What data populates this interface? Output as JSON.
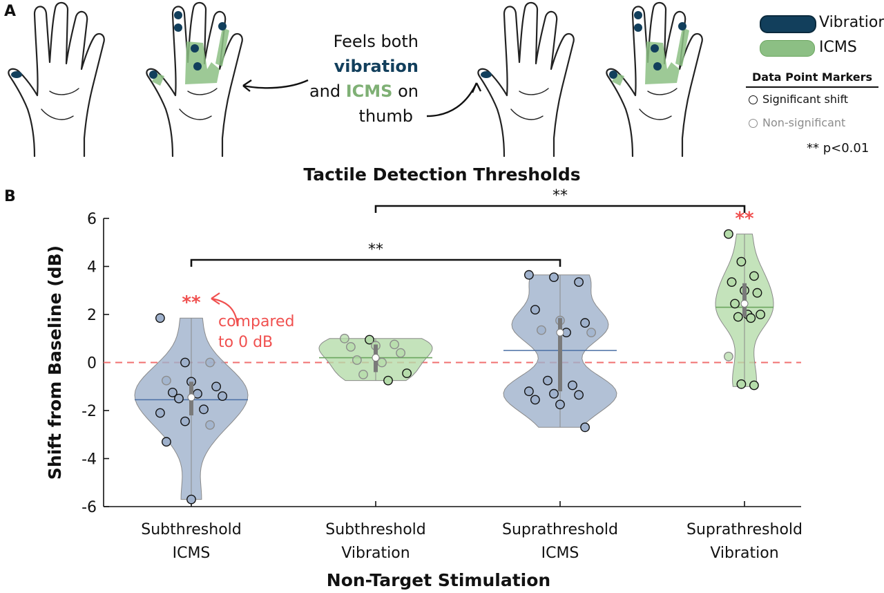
{
  "panel_a": {
    "label": "A",
    "annotation": {
      "line1": "Feels both",
      "vibration_word": "vibration",
      "line2_and": "and",
      "icms_word": "ICMS",
      "line2_on": "on",
      "line3": "thumb"
    },
    "legend": {
      "items": [
        {
          "label": "Vibration",
          "color": "#123f5c"
        },
        {
          "label": "ICMS",
          "color": "#8cbf84"
        }
      ],
      "markers_title": "Data Point Markers",
      "markers": [
        {
          "label": "Significant shift",
          "color": "#111111"
        },
        {
          "label": "Non-significant",
          "color": "#8c8c8c"
        }
      ],
      "sig_note": "** p<0.01"
    }
  },
  "panel_b": {
    "label": "B",
    "annotation": {
      "stars": "**",
      "line1": "compared",
      "line2": "to 0 dB"
    },
    "brackets": [
      {
        "from": 0,
        "to": 2,
        "label": "**"
      },
      {
        "from": 1,
        "to": 3,
        "label": "**"
      }
    ]
  },
  "colors": {
    "icms_fill": "#9fb1cc",
    "icms_line": "#4a6fa5",
    "vib_fill": "#b5dcaa",
    "vib_line": "#6aa55e",
    "sig_red": "#f0504f",
    "zero_line": "#f07070"
  },
  "chart_data": {
    "type": "violin",
    "title": "Tactile Detection Thresholds",
    "xlabel": "Non-Target Stimulation",
    "ylabel": "Shift from Baseline (dB)",
    "ylim": [
      -6,
      6
    ],
    "yticks": [
      -6,
      -4,
      -2,
      0,
      2,
      4,
      6
    ],
    "reference_line": 0,
    "categories": [
      {
        "line1": "Subthreshold",
        "line2": "ICMS"
      },
      {
        "line1": "Subthreshold",
        "line2": "Vibration"
      },
      {
        "line1": "Suprathreshold",
        "line2": "ICMS"
      },
      {
        "line1": "Suprathreshold",
        "line2": "Vibration"
      }
    ],
    "series": [
      {
        "type": "ICMS",
        "significant_vs_zero": "**",
        "mean": -1.55,
        "median": -1.45,
        "q1": -2.2,
        "q3": -0.8,
        "min": -5.7,
        "max": 1.85,
        "points": [
          {
            "y": 1.85,
            "sig": true
          },
          {
            "y": 0.0,
            "sig": true
          },
          {
            "y": 0.0,
            "sig": false
          },
          {
            "y": -0.75,
            "sig": false
          },
          {
            "y": -0.8,
            "sig": true
          },
          {
            "y": -1.0,
            "sig": true
          },
          {
            "y": -1.25,
            "sig": true
          },
          {
            "y": -1.3,
            "sig": true
          },
          {
            "y": -1.4,
            "sig": true
          },
          {
            "y": -1.5,
            "sig": true
          },
          {
            "y": -1.95,
            "sig": true
          },
          {
            "y": -2.1,
            "sig": true
          },
          {
            "y": -2.45,
            "sig": true
          },
          {
            "y": -2.6,
            "sig": false
          },
          {
            "y": -3.3,
            "sig": true
          },
          {
            "y": -5.7,
            "sig": true
          }
        ]
      },
      {
        "type": "Vibration",
        "significant_vs_zero": "",
        "mean": 0.2,
        "median": 0.2,
        "q1": -0.4,
        "q3": 0.75,
        "min": -0.75,
        "max": 1.0,
        "points": [
          {
            "y": 1.0,
            "sig": false
          },
          {
            "y": 0.95,
            "sig": true
          },
          {
            "y": 0.75,
            "sig": false
          },
          {
            "y": 0.65,
            "sig": false
          },
          {
            "y": 0.7,
            "sig": false
          },
          {
            "y": 0.4,
            "sig": false
          },
          {
            "y": 0.1,
            "sig": false
          },
          {
            "y": 0.0,
            "sig": false
          },
          {
            "y": -0.45,
            "sig": true
          },
          {
            "y": -0.5,
            "sig": false
          },
          {
            "y": -0.75,
            "sig": true
          }
        ]
      },
      {
        "type": "ICMS",
        "significant_vs_zero": "",
        "mean": 0.5,
        "median": 1.25,
        "q1": -1.2,
        "q3": 1.85,
        "min": -2.7,
        "max": 3.65,
        "points": [
          {
            "y": 3.65,
            "sig": true
          },
          {
            "y": 3.55,
            "sig": true
          },
          {
            "y": 3.35,
            "sig": true
          },
          {
            "y": 2.2,
            "sig": true
          },
          {
            "y": 1.75,
            "sig": false
          },
          {
            "y": 1.65,
            "sig": true
          },
          {
            "y": 1.35,
            "sig": false
          },
          {
            "y": 1.25,
            "sig": true
          },
          {
            "y": 1.25,
            "sig": false
          },
          {
            "y": -0.75,
            "sig": true
          },
          {
            "y": -0.95,
            "sig": true
          },
          {
            "y": -1.2,
            "sig": true
          },
          {
            "y": -1.3,
            "sig": true
          },
          {
            "y": -1.35,
            "sig": true
          },
          {
            "y": -1.55,
            "sig": true
          },
          {
            "y": -1.75,
            "sig": true
          },
          {
            "y": -2.7,
            "sig": true
          }
        ]
      },
      {
        "type": "Vibration",
        "significant_vs_zero": "**",
        "mean": 2.3,
        "median": 2.45,
        "q1": 1.9,
        "q3": 3.3,
        "min": -1.0,
        "max": 5.35,
        "points": [
          {
            "y": 5.35,
            "sig": true
          },
          {
            "y": 4.2,
            "sig": true
          },
          {
            "y": 3.6,
            "sig": true
          },
          {
            "y": 3.35,
            "sig": true
          },
          {
            "y": 3.0,
            "sig": true
          },
          {
            "y": 2.9,
            "sig": true
          },
          {
            "y": 2.45,
            "sig": true
          },
          {
            "y": 2.0,
            "sig": true
          },
          {
            "y": 2.0,
            "sig": true
          },
          {
            "y": 1.9,
            "sig": true
          },
          {
            "y": 1.85,
            "sig": true
          },
          {
            "y": 0.25,
            "sig": false
          },
          {
            "y": -0.9,
            "sig": true
          },
          {
            "y": -0.95,
            "sig": true
          }
        ]
      }
    ]
  }
}
